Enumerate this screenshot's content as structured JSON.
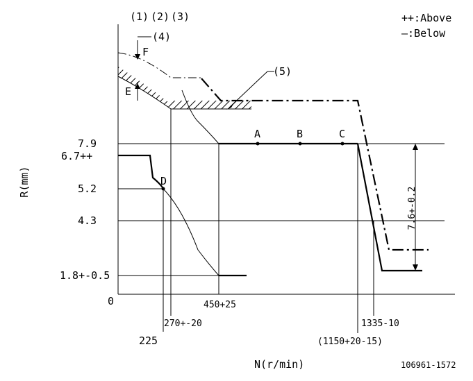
{
  "header": {
    "markers": [
      "(1)",
      "(2)",
      "(3)"
    ]
  },
  "legend": {
    "above": "++:Above",
    "below": "—:Below"
  },
  "callouts": {
    "c4": "(4)",
    "c5": "(5)",
    "F": "F",
    "E": "E"
  },
  "points": {
    "A": "A",
    "B": "B",
    "C": "C",
    "D": "D"
  },
  "y_axis": {
    "label": "R(mm)",
    "ticks": [
      "7.9",
      "6.7++",
      "5.2",
      "4.3",
      "1.8+-0.5",
      "0"
    ]
  },
  "x_axis": {
    "label": "N(r/min)",
    "ticks": [
      "450+25",
      "225",
      "270+-20",
      "1335-10",
      "(1150+20-15)"
    ]
  },
  "dimension": "7.6+-0.2",
  "drawing_code": "106961-1572"
}
